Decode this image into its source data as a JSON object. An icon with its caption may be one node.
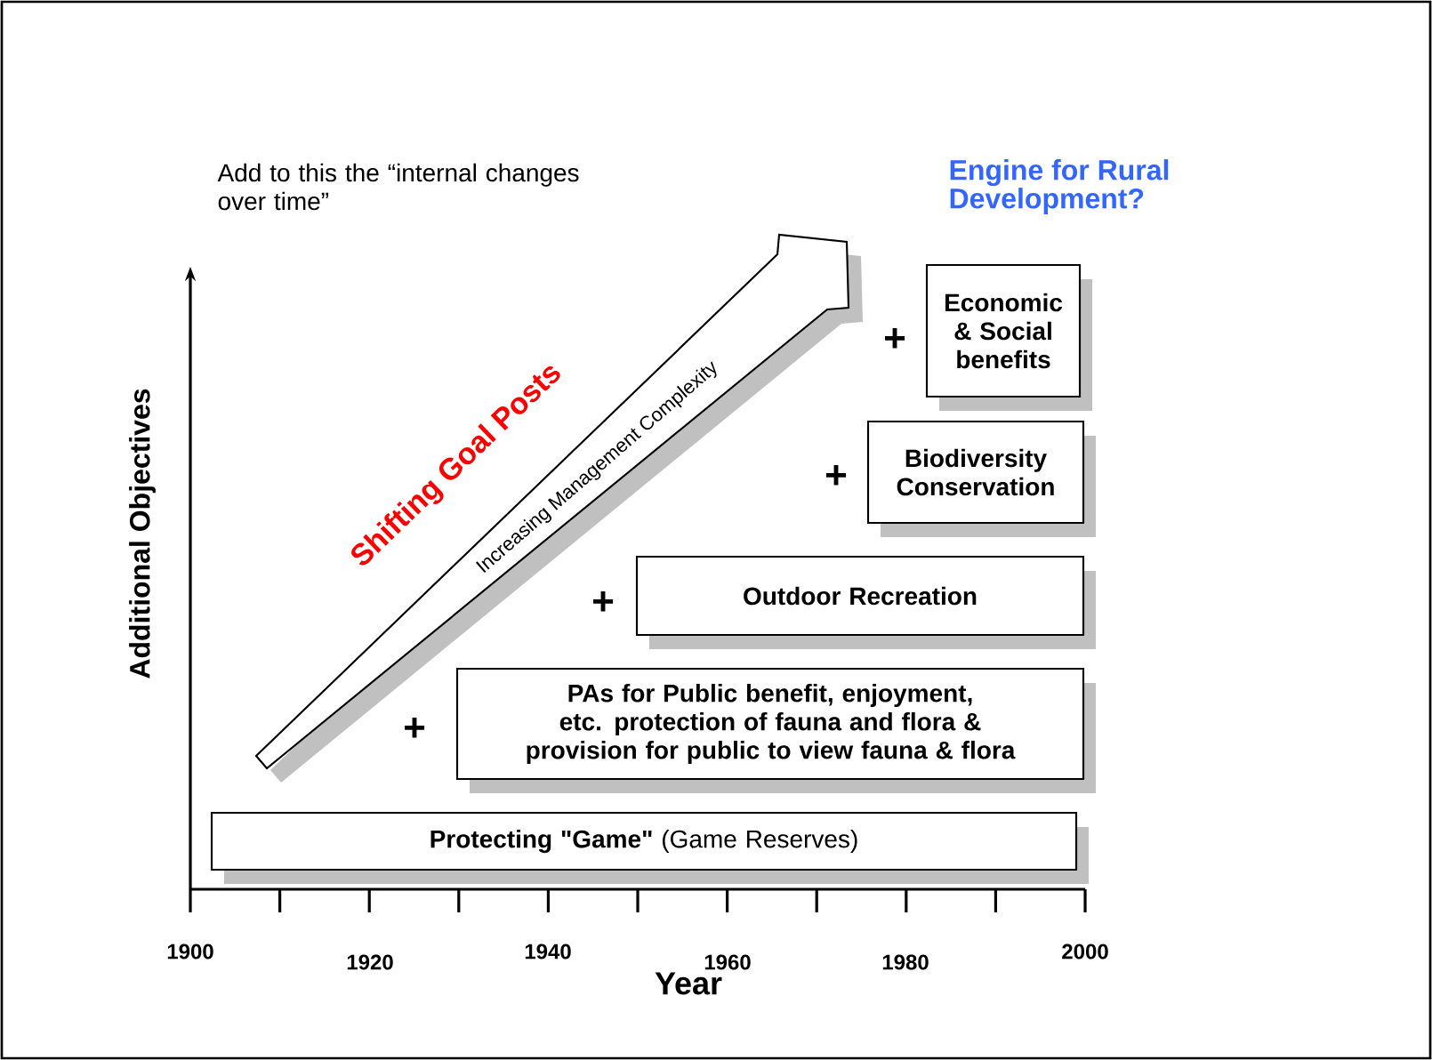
{
  "diagram": {
    "nodes": [
      {
        "text": [
          "**Protecting \"Game\"** (Game Reserves)"
        ]
      },
      {
        "text": [
          "PAs for Public benefit, enjoyment, etc. protection of fauna and flora & provision for public to view fauna & flora"
        ]
      },
      {
        "text": [
          "Outdoor Recreation"
        ]
      },
      {
        "text": [
          "Biodiversity Conservation"
        ]
      },
      {
        "text": [
          "Economic & Social benefits"
        ]
      },
      {
        "text": [
          "Increasing Management Complexity"
        ]
      }
    ],
    "edges": [],
    "labels": [
      "Add to this the “internal changes over time”",
      "Engine for Rural Development?",
      "Shifting Goal Posts",
      "Additional Objectives",
      "+",
      "+",
      "+",
      "+",
      "1900",
      "1920",
      "1940",
      "1960",
      "1980",
      "2000",
      "Year"
    ]
  }
}
